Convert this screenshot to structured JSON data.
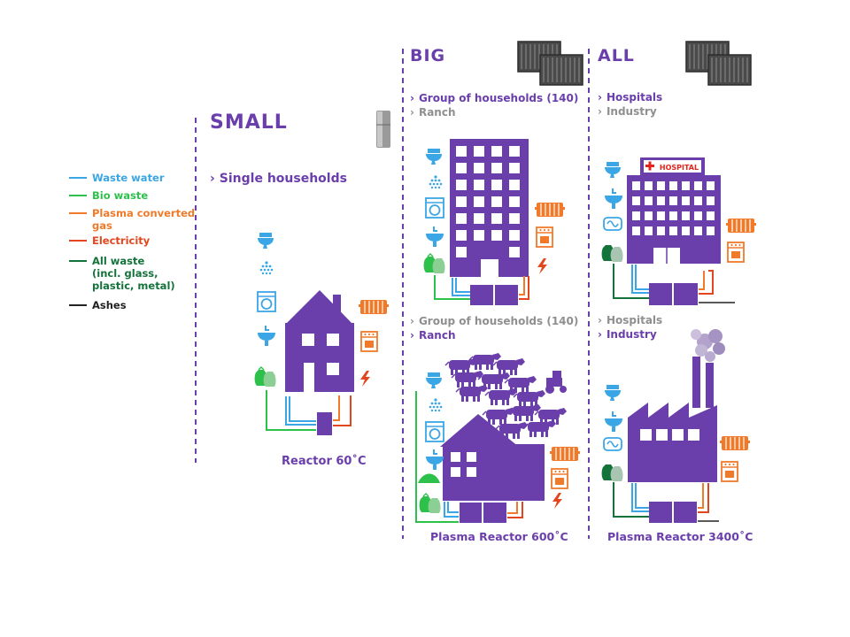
{
  "colors": {
    "purple": "#6a3eab",
    "waste_water": "#3aa6e6",
    "bio_waste": "#2dc14b",
    "plasma_gas": "#f07a2a",
    "electricity": "#e2461e",
    "all_waste": "#14733a",
    "ashes": "#222222",
    "grey_text": "#8f8f8f",
    "hospital_red": "#e3241d"
  },
  "legend": [
    {
      "label": "Waste water",
      "color": "#3aa6e6"
    },
    {
      "label": "Bio waste",
      "color": "#2dc14b"
    },
    {
      "label": "Plasma converted\ngas",
      "color": "#f07a2a"
    },
    {
      "label": "Electricity",
      "color": "#e2461e"
    },
    {
      "label": "All waste\n(incl. glass,\nplastic, metal)",
      "color": "#14733a"
    },
    {
      "label": "Ashes",
      "color": "#222222"
    }
  ],
  "sections": {
    "small": {
      "title": "SMALL",
      "item": "Single households",
      "caption": "Reactor 60˚C"
    },
    "big": {
      "title": "BIG",
      "top": {
        "item1": "Group of households (140)",
        "item2": "Ranch"
      },
      "bottom": {
        "item1": "Group of households (140)",
        "item2": "Ranch"
      },
      "caption": "Plasma Reactor 600˚C"
    },
    "all": {
      "title": "ALL",
      "top": {
        "item1": "Hospitals",
        "item2": "Industry"
      },
      "bottom": {
        "item1": "Hospitals",
        "item2": "Industry"
      },
      "hospital_sign": "HOSPITAL",
      "caption": "Plasma Reactor 3400˚C"
    }
  }
}
